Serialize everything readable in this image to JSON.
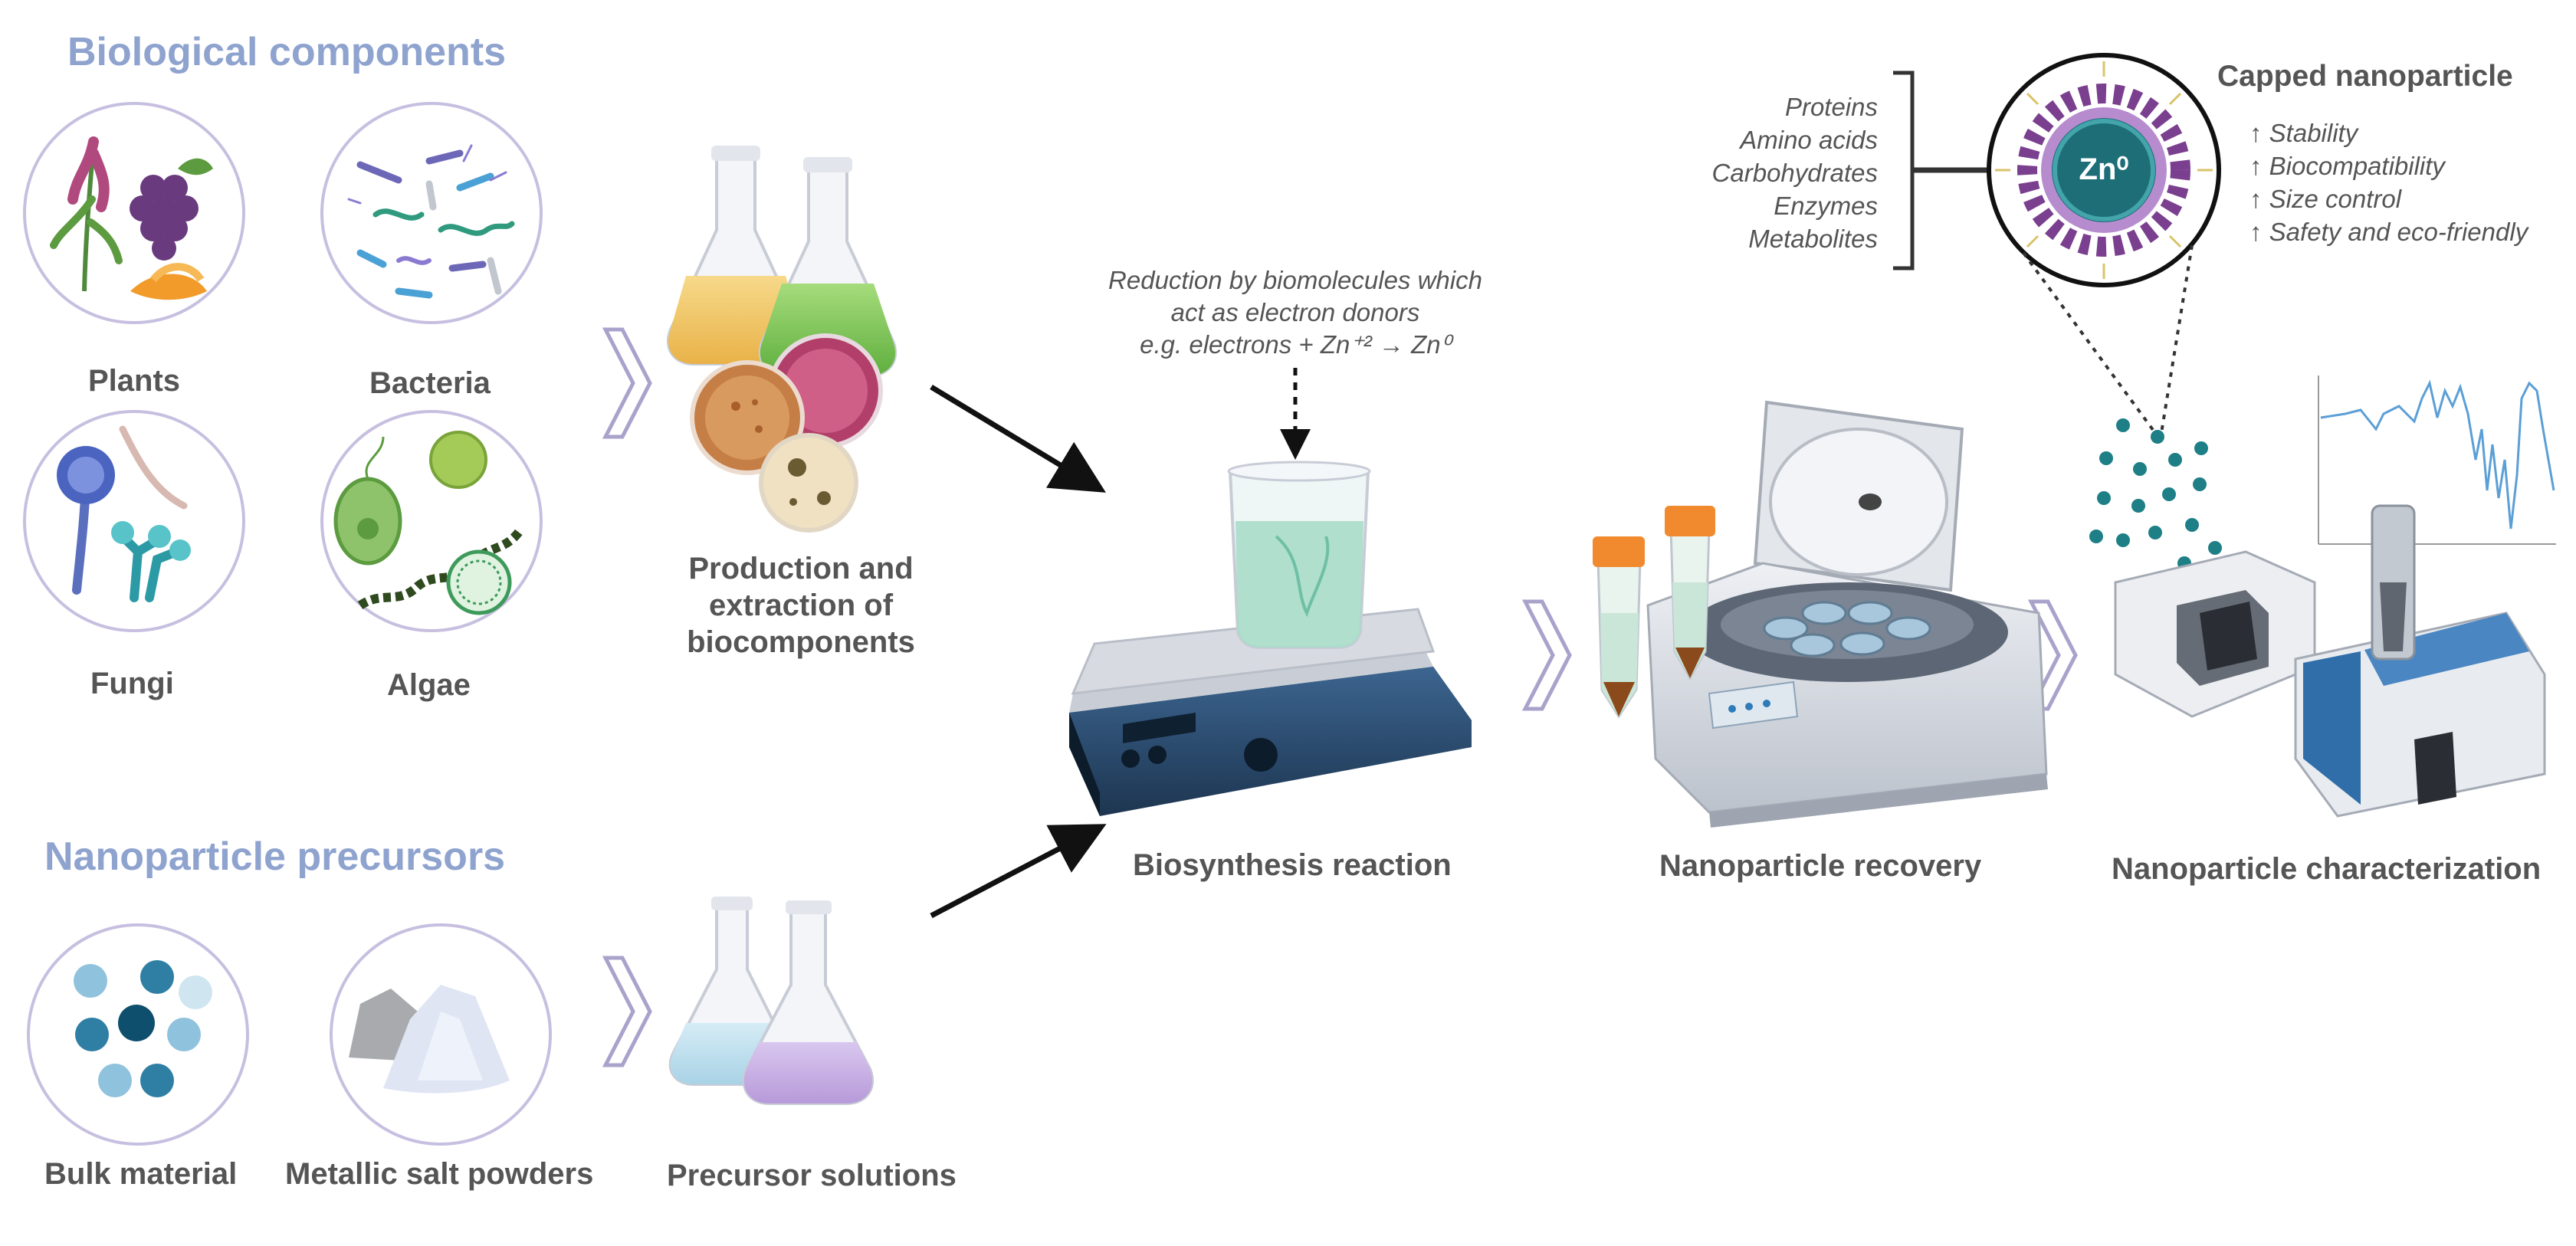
{
  "headings": {
    "biological": "Biological components",
    "precursors": "Nanoparticle precursors"
  },
  "organisms": {
    "plants": "Plants",
    "bacteria": "Bacteria",
    "fungi": "Fungi",
    "algae": "Algae"
  },
  "precursor_items": {
    "bulk": "Bulk material",
    "salt": "Metallic salt powders",
    "solutions": "Precursor solutions"
  },
  "steps": {
    "production_lines": [
      "Production and",
      "extraction of",
      "biocomponents"
    ],
    "biosynthesis": "Biosynthesis reaction",
    "recovery": "Nanoparticle recovery",
    "characterization": "Nanoparticle characterization"
  },
  "reduction_note": [
    "Reduction by biomolecules which",
    "act as electron donors",
    "e.g. electrons + Zn⁺² → Zn⁰"
  ],
  "capping_agents": [
    "Proteins",
    "Amino acids",
    "Carbohydrates",
    "Enzymes",
    "Metabolites"
  ],
  "capped": {
    "title": "Capped nanoparticle",
    "core_label": "Zn⁰",
    "benefits": [
      "↑ Stability",
      "↑ Biocompatibility",
      "↑ Size control",
      "↑ Safety and eco-friendly"
    ]
  },
  "icons": [
    "plant-icon",
    "bacteria-icon",
    "fungi-icon",
    "algae-icon",
    "flask-icon",
    "petri-dish-icon",
    "beaker-icon",
    "stirrer-icon",
    "centrifuge-icon",
    "tube-icon",
    "nanoparticle-icon",
    "spectrometer-icon",
    "spectrum-plot-icon",
    "chevron-right-icon",
    "arrow-icon"
  ],
  "colors": {
    "heading": "#8fa3cf",
    "circle_border": "#c7bfe0",
    "zn_core": "#1e6e78",
    "capping": "#7a3f8f",
    "chevron": "#a9a3cc"
  }
}
